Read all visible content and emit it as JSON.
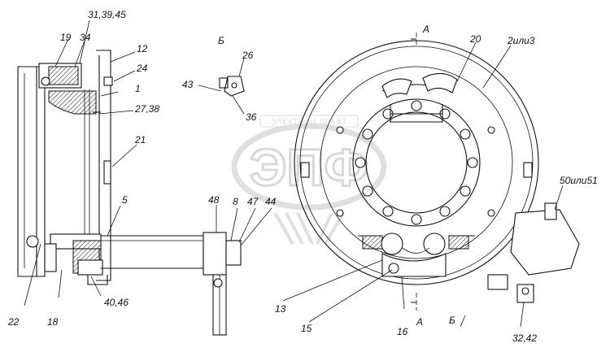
{
  "watermark": {
    "name": "ЭЛЕКТРОН ДРАФТ",
    "letters": "ЭПФ"
  },
  "labels": {
    "l_31_39_45": "31,39,45",
    "l_19": "19",
    "l_34": "34",
    "l_12": "12",
    "l_24": "24",
    "l_1": "1",
    "l_27_38": "27,38",
    "l_21": "21",
    "l_5": "5",
    "l_22": "22",
    "l_18": "18",
    "l_40_46": "40,46",
    "l_B_view": "Б",
    "l_26": "26",
    "l_43": "43",
    "l_36": "36",
    "l_48": "48",
    "l_8": "8",
    "l_47": "47",
    "l_44": "44",
    "l_A_top": "А",
    "l_20": "20",
    "l_2or3": "2или3",
    "l_50or51": "50или51",
    "l_13": "13",
    "l_15": "15",
    "l_16": "16",
    "l_A_bottom": "А",
    "l_B_arrow": "Б",
    "l_32_42": "32,42"
  }
}
